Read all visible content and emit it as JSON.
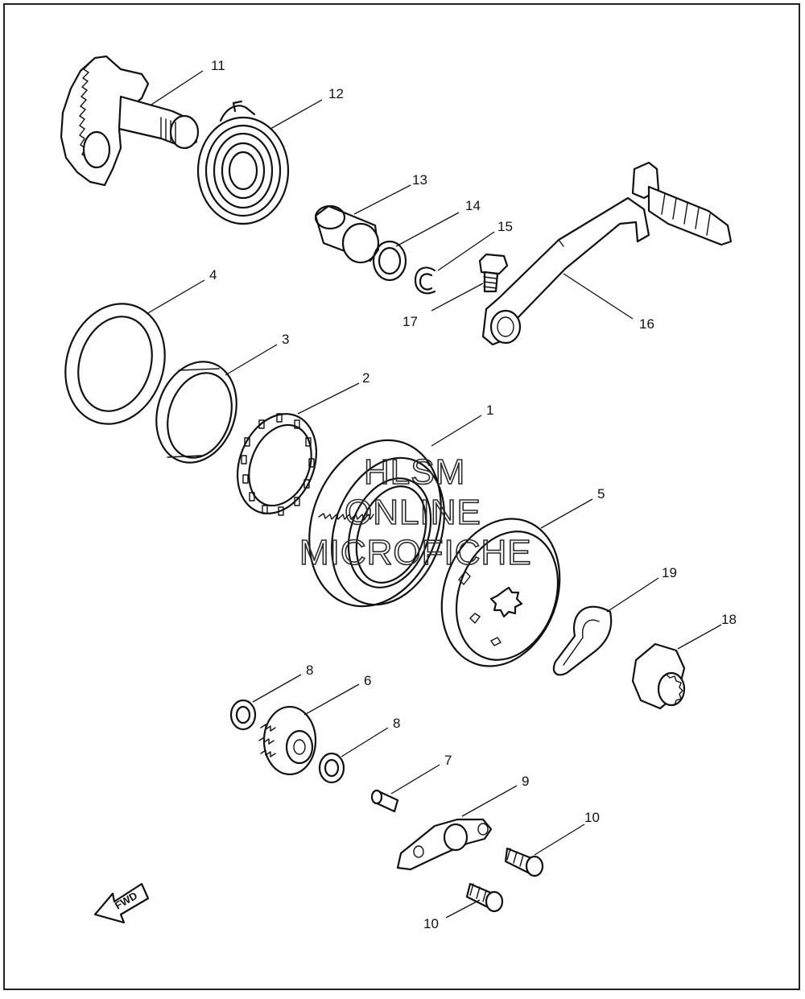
{
  "diagram": {
    "callouts": {
      "p1": "1",
      "p2": "2",
      "p3": "3",
      "p4": "4",
      "p5": "5",
      "p6": "6",
      "p7": "7",
      "p8a": "8",
      "p8b": "8",
      "p9": "9",
      "p10a": "10",
      "p10b": "10",
      "p11": "11",
      "p12": "12",
      "p13": "13",
      "p14": "14",
      "p15": "15",
      "p16": "16",
      "p17": "17",
      "p18": "18",
      "p19": "19"
    },
    "watermark": {
      "line1": "HLSM",
      "line2": "ONLINE",
      "line3": "MICROFICHE"
    },
    "fwd_label": "FWD"
  }
}
